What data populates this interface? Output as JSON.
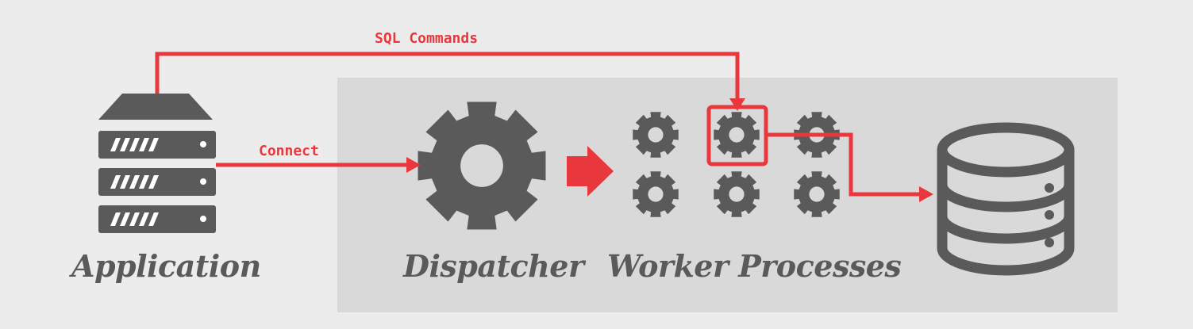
{
  "diagram": {
    "nodes": {
      "application": {
        "label": "Application",
        "icon": "server-rack-icon"
      },
      "dispatcher": {
        "label": "Dispatcher",
        "icon": "gear-icon"
      },
      "workers": {
        "label": "Worker Processes",
        "icon": "gear-icon",
        "count": 6,
        "highlighted_index": 1
      },
      "database": {
        "label": "",
        "icon": "database-icon"
      }
    },
    "edges": [
      {
        "from": "application",
        "to": "dispatcher",
        "label": "Connect"
      },
      {
        "from": "application",
        "to": "workers",
        "label": "SQL Commands"
      },
      {
        "from": "dispatcher",
        "to": "workers",
        "label": ""
      },
      {
        "from": "workers",
        "to": "database",
        "label": ""
      }
    ]
  },
  "colors": {
    "accent": "#e8383d",
    "icon": "#5a5a5a",
    "panel": "#d9d9d9",
    "background": "#ececec"
  }
}
